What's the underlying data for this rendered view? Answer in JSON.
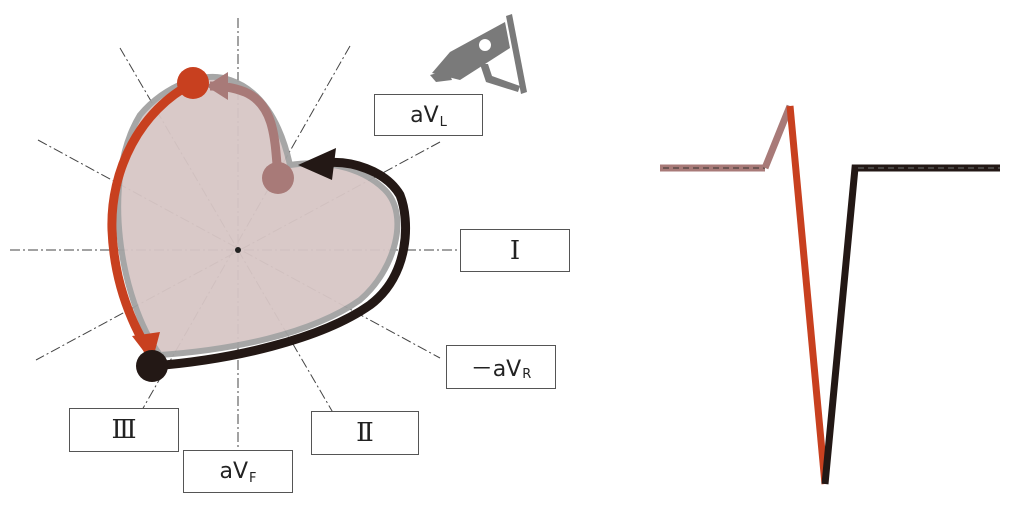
{
  "colors": {
    "heart_fill": "#d8c7c6",
    "heart_outline": "#a2a2a2",
    "axis_lines": "#444444",
    "arrow_early": "#a87a78",
    "arrow_mid": "#c8401f",
    "arrow_late": "#231815",
    "camera": "#7a7a7a",
    "box_border": "#555555"
  },
  "icons": {
    "camera": "camera-icon"
  },
  "leads": {
    "avl": {
      "main": "aV",
      "sub": "L"
    },
    "lead1": {
      "main": "Ⅰ"
    },
    "neg_avr": {
      "main": "－aV",
      "sub": "R"
    },
    "lead2": {
      "main": "Ⅱ"
    },
    "lead3": {
      "main": "Ⅲ"
    },
    "avf": {
      "main": "aV",
      "sub": "F"
    }
  }
}
